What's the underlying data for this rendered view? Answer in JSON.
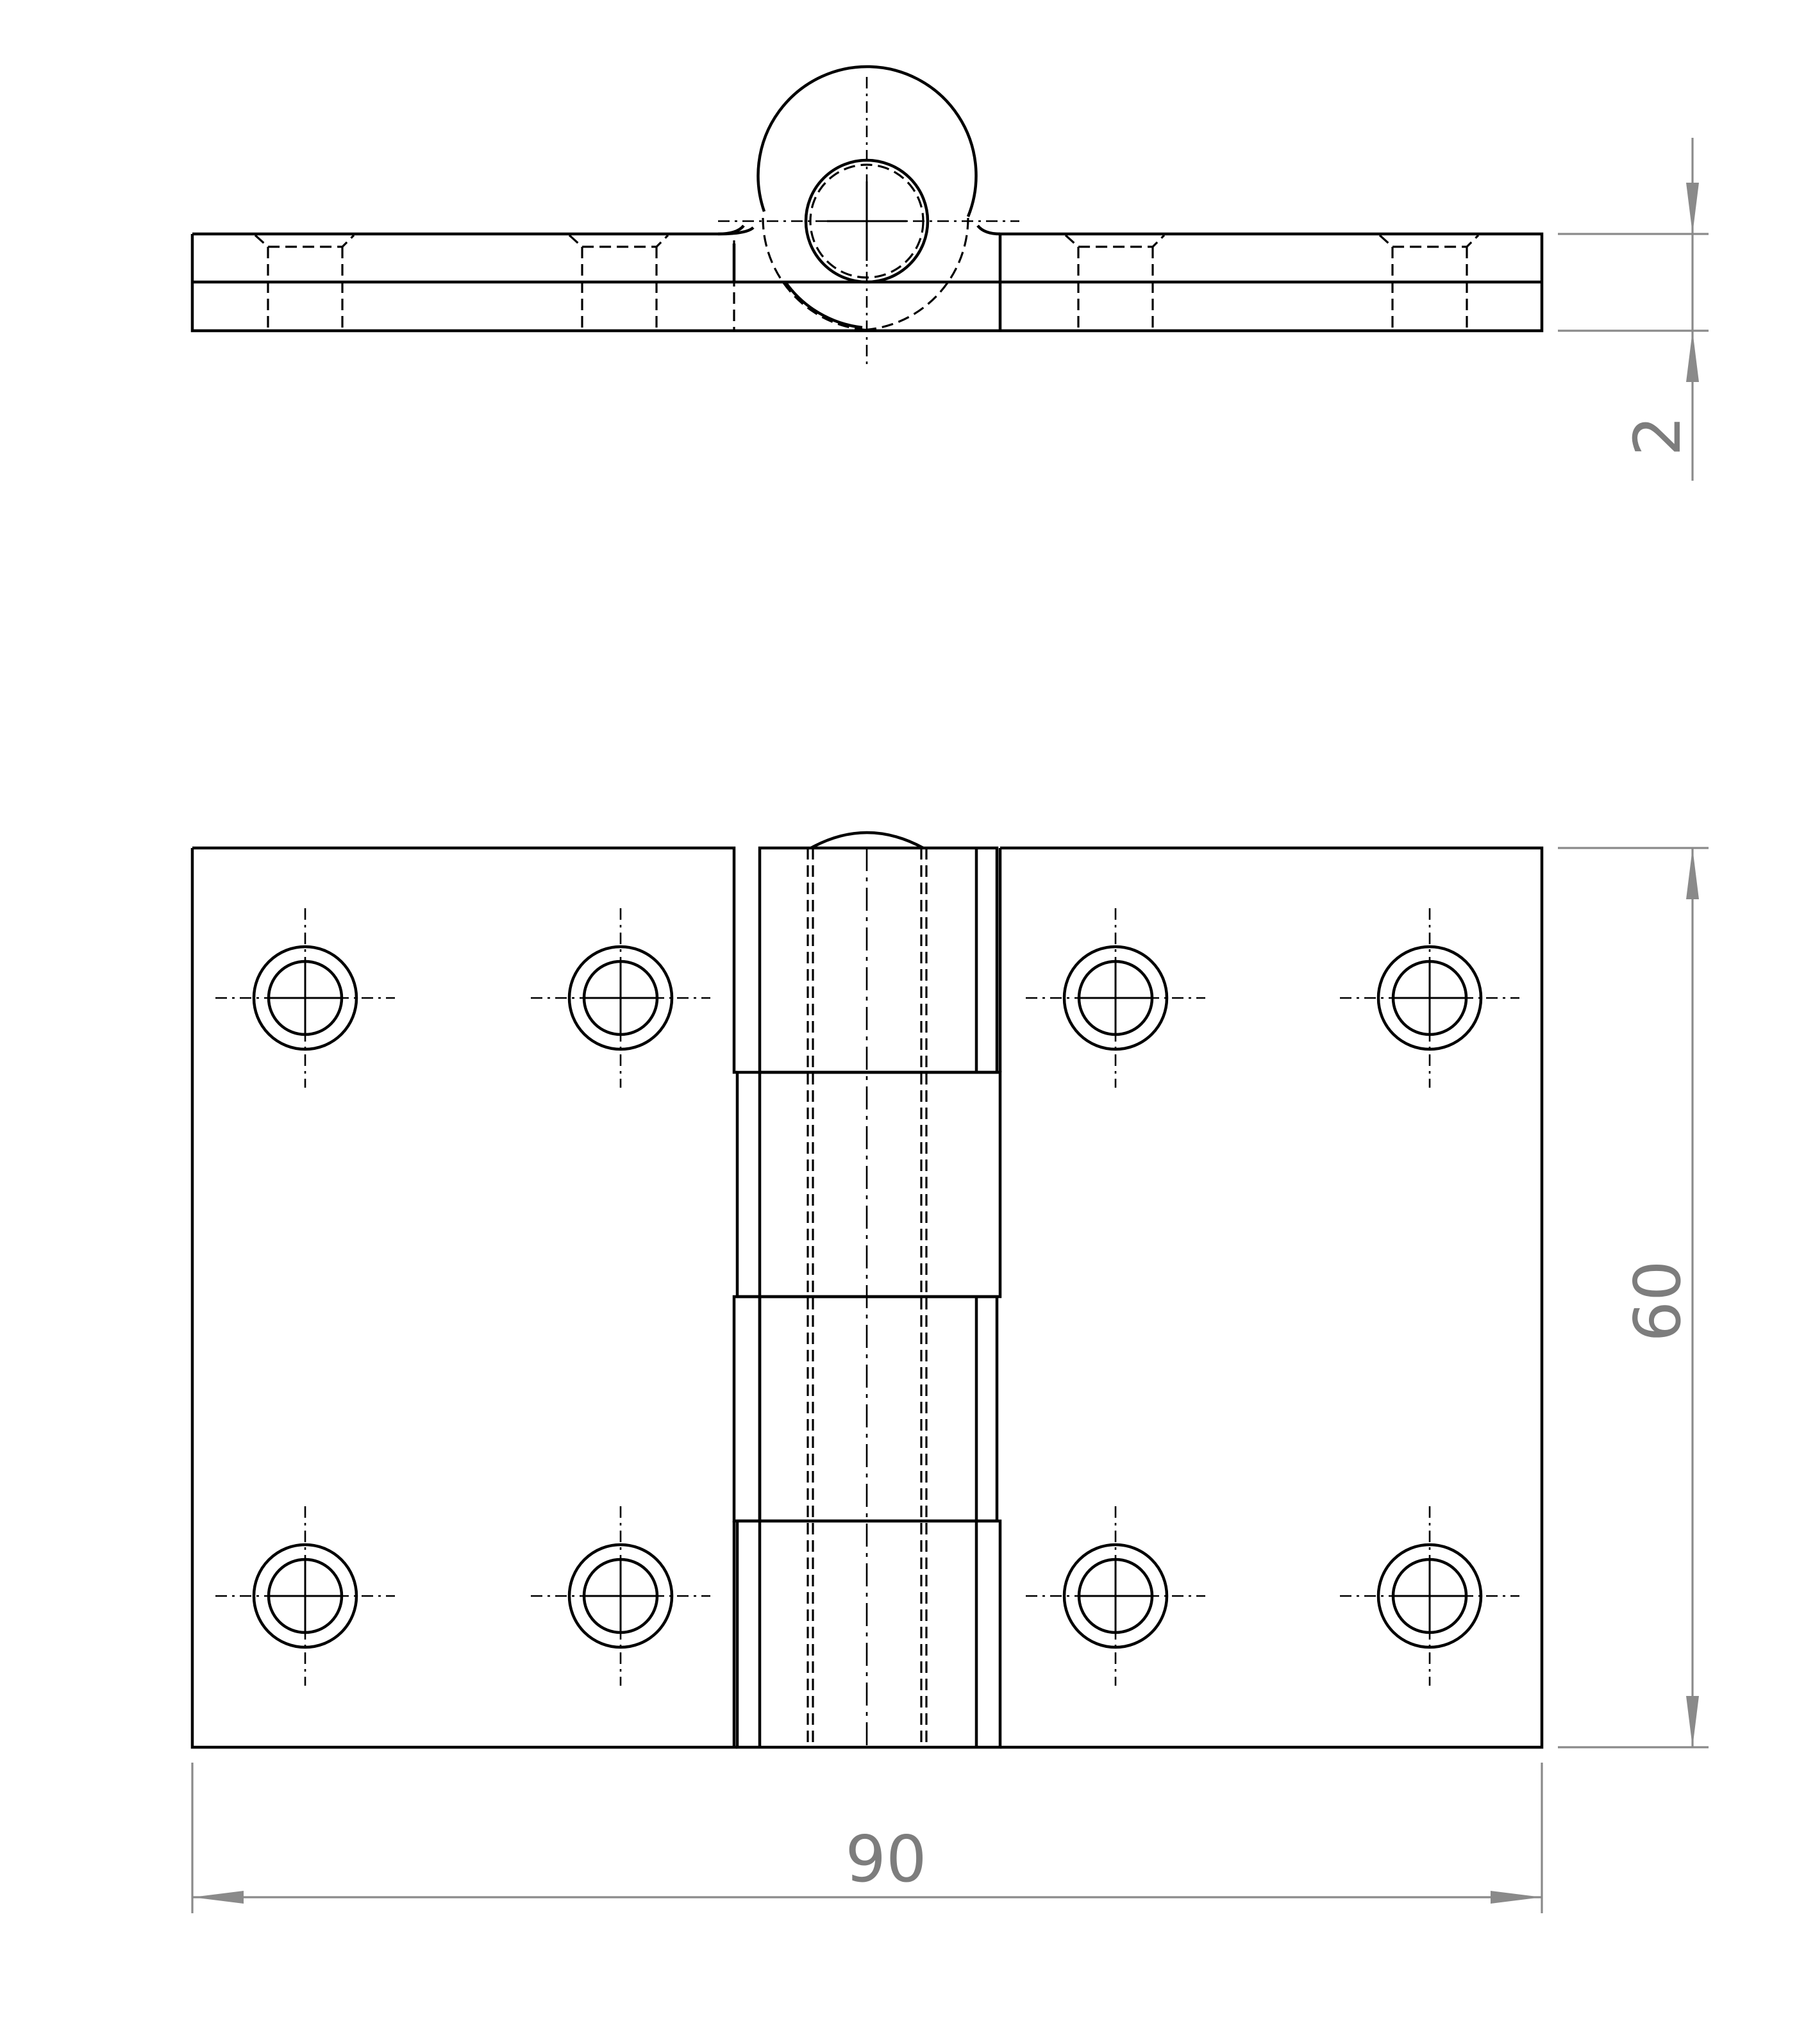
{
  "drawing": {
    "views": [
      "edge-view",
      "plan-view"
    ],
    "dimensions": {
      "overall_width": "90",
      "overall_height": "60",
      "leaf_thickness": "2"
    },
    "colors": {
      "line": "#000000",
      "dimension": "#8a8a8a",
      "dimension_text": "#7d7d7d",
      "background": "#ffffff"
    }
  }
}
